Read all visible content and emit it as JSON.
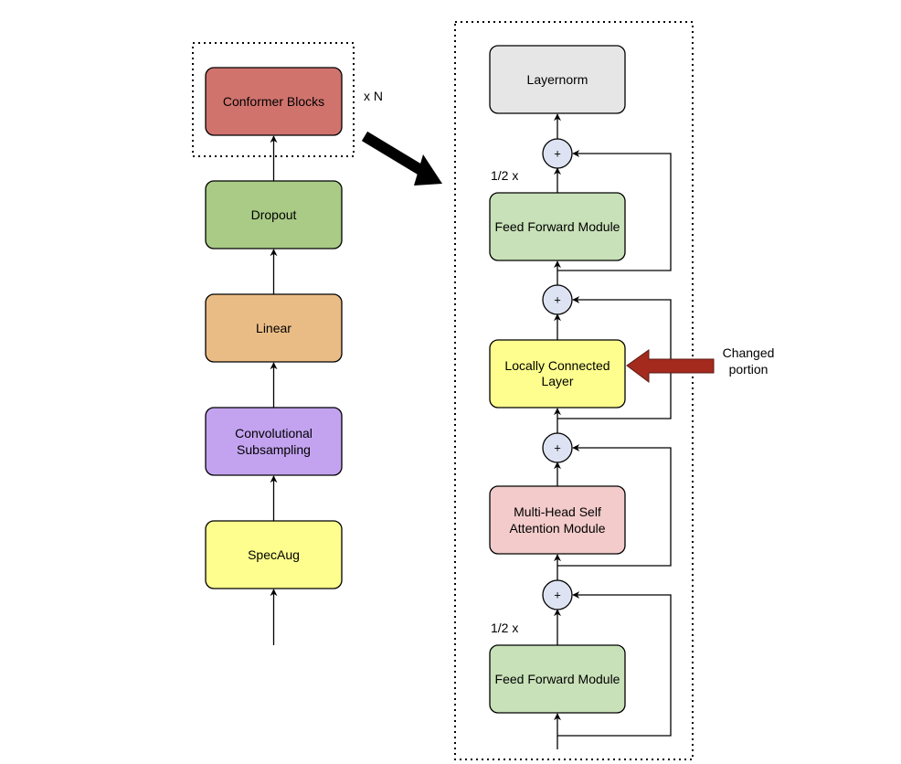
{
  "left_stack": {
    "conformer_blocks": "Conformer Blocks",
    "repeat": "x N",
    "dropout": "Dropout",
    "linear": "Linear",
    "subsampling_line1": "Convolutional",
    "subsampling_line2": "Subsampling",
    "specaug": "SpecAug"
  },
  "block_detail": {
    "layernorm": "Layernorm",
    "ffm_top": "Feed Forward Module",
    "ffm_top_scale": "1/2 x",
    "lcl_line1": "Locally Connected",
    "lcl_line2": "Layer",
    "mhsa_line1": "Multi-Head Self",
    "mhsa_line2": "Attention Module",
    "ffm_bottom": "Feed Forward Module",
    "ffm_bottom_scale": "1/2 x",
    "plus_symbol": "+"
  },
  "annotation": {
    "line1": "Changed",
    "line2": "portion"
  },
  "colors": {
    "conformer_fill": "#d0736d",
    "dropout_fill": "#a9cb86",
    "linear_fill": "#eabc85",
    "subsampling_fill": "#c3a3f0",
    "specaug_fill": "#fefe8e",
    "layernorm_fill": "#e6e6e6",
    "ffm_fill": "#c8e1b8",
    "lcl_fill": "#fefe8e",
    "mhsa_fill": "#f3cbcb",
    "adder_fill": "#dde3f2",
    "changed_arrow": "#a52a1e"
  }
}
